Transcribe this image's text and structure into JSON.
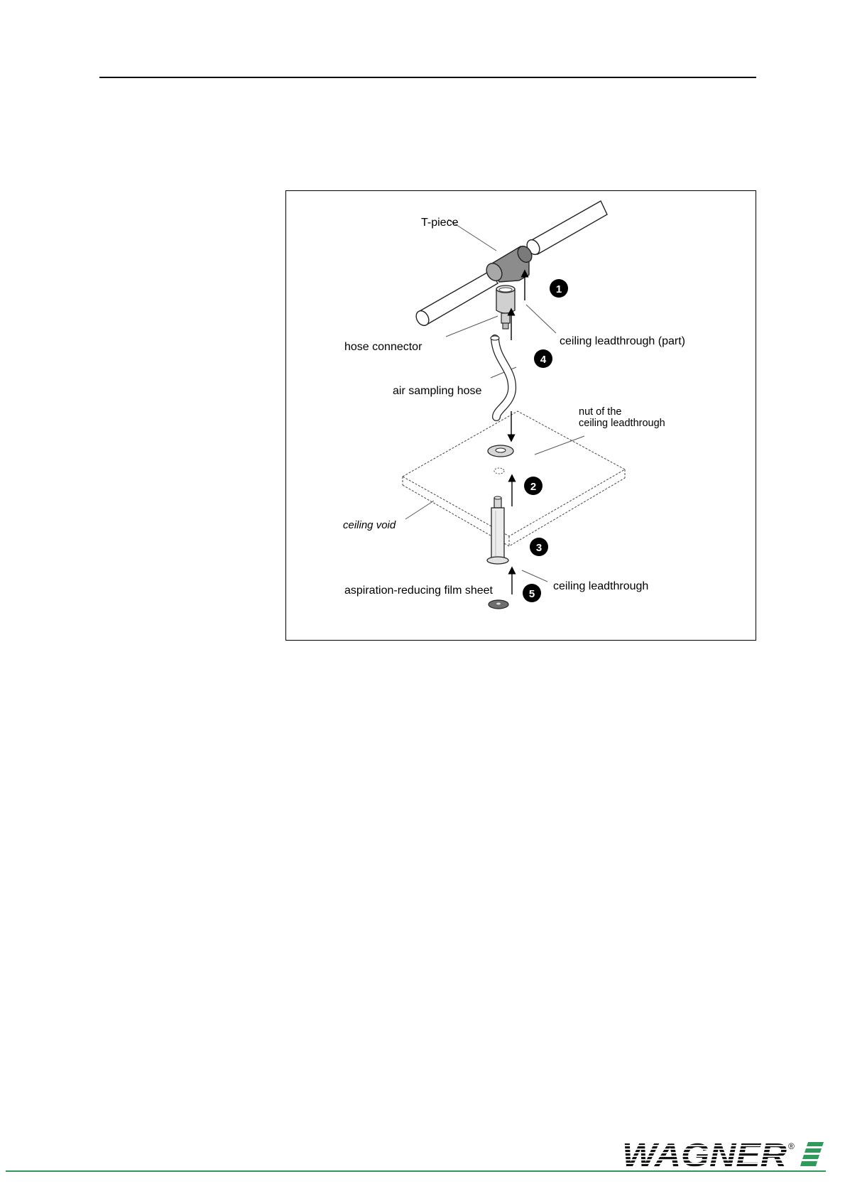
{
  "figure": {
    "labels": {
      "t_piece": "T-piece",
      "hose_connector": "hose connector",
      "ceiling_leadthrough_part": "ceiling leadthrough (part)",
      "air_sampling_hose": "air sampling hose",
      "nut_line1": "nut of the",
      "nut_line2": "ceiling leadthrough",
      "ceiling_void": "ceiling  void",
      "ceiling_leadthrough": "ceiling leadthrough",
      "film_sheet": "aspiration-reducing film sheet"
    },
    "steps": [
      "1",
      "4",
      "2",
      "3",
      "5"
    ]
  },
  "footer": {
    "brand": "WAGNER",
    "registered_mark": "®",
    "brand_color": "#111111",
    "accent_color": "#2e9a5c"
  }
}
